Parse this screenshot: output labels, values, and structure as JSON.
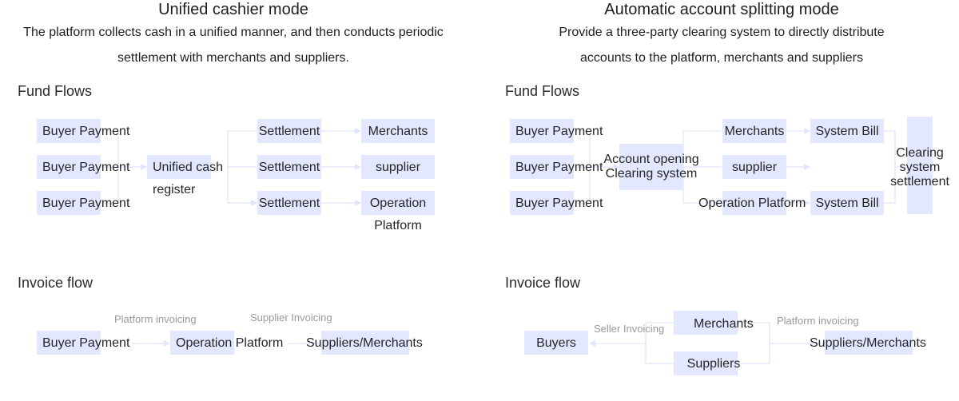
{
  "left": {
    "title": "Unified cashier mode",
    "description": {
      "line1": "The platform collects cash in a unified manner, and then conducts periodic",
      "line2": "settlement with merchants and suppliers."
    },
    "fund_flows": {
      "heading": "Fund Flows",
      "buyers": [
        "Buyer Payment",
        "Buyer Payment",
        "Buyer Payment"
      ],
      "hub": {
        "line1": "Unified cash",
        "line2": "register"
      },
      "settlements": [
        "Settlement",
        "Settlement",
        "Settlement"
      ],
      "targets": [
        "Merchants",
        "supplier",
        "Operation"
      ],
      "target3_line2": "Platform"
    },
    "invoice_flow": {
      "heading": "Invoice flow",
      "buyer": "Buyer Payment",
      "platform": "Operation Platform",
      "suppliers": "Suppliers/Merchants",
      "label_platform_invoicing": "Platform invoicing",
      "label_supplier_invoicing": "Supplier Invoicing"
    }
  },
  "right": {
    "title": "Automatic account splitting mode",
    "description": {
      "line1": "Provide a three-party clearing system to directly distribute",
      "line2": "accounts to the platform, merchants and suppliers"
    },
    "fund_flows": {
      "heading": "Fund Flows",
      "buyers": [
        "Buyer Payment",
        "Buyer Payment",
        "Buyer Payment"
      ],
      "hub": {
        "line1": "Account opening",
        "line2": "Clearing system"
      },
      "targets": [
        "Merchants",
        "supplier",
        "Operation Platform"
      ],
      "bills": [
        "System Bill",
        "System Bill"
      ],
      "clearing": {
        "line1": "Clearing",
        "line2": "system",
        "line3": "settlement"
      }
    },
    "invoice_flow": {
      "heading": "Invoice flow",
      "buyers": "Buyers",
      "merchants": "Merchants",
      "suppliers": "Suppliers",
      "suppliers_merchants": "Suppliers/Merchants",
      "label_seller_invoicing": "Seller Invoicing",
      "label_platform_invoicing": "Platform invoicing"
    }
  },
  "colors": {
    "box": "#e3e7ff",
    "connector": "#e6e9fb",
    "caption": "#9a9a9a"
  }
}
